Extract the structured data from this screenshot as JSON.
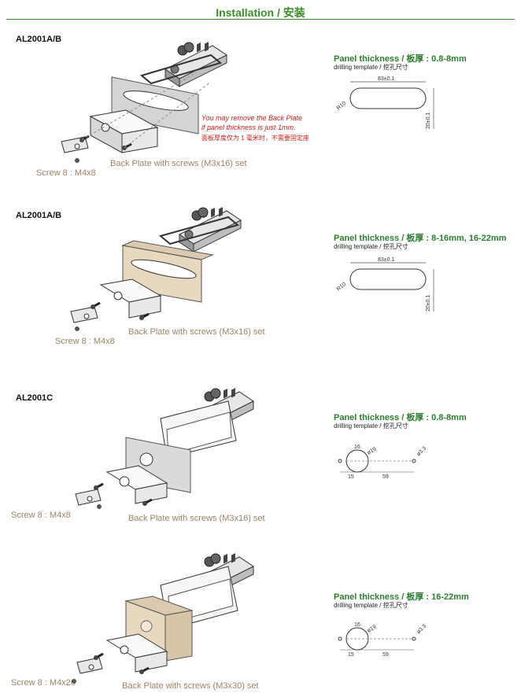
{
  "page": {
    "title": "Installation / 安装"
  },
  "sections": [
    {
      "model": "AL2001A/B",
      "panel": "Panel thickness / 板厚 : 0.8-8mm",
      "drilling": "drilling template / 挖孔尺寸",
      "screw": "Screw 8 : M4x8",
      "backplate": "Back Plate with screws (M3x16) set",
      "note": {
        "line1": "You may remove the Back Plate",
        "line2": "if panel thickness is just 1mm.",
        "line3": "面板厚度仅为 1 毫米时，不需要固定座"
      },
      "dims": {
        "w": "83±0.1",
        "h": "20±0.1",
        "r": "R10"
      }
    },
    {
      "model": "AL2001A/B",
      "panel": "Panel thickness / 板厚 : 8-16mm, 16-22mm",
      "drilling": "drilling template / 挖孔尺寸",
      "screw": "Screw 8 : M4x8",
      "backplate": "Back Plate with screws (M3x16) set",
      "dims": {
        "w": "83±0.1",
        "h": "20±0.1",
        "r": "R10"
      }
    },
    {
      "model": "AL2001C",
      "panel": "Panel thickness / 板厚 : 0.8-8mm",
      "drilling": "drilling template / 挖孔尺寸",
      "screw": "Screw 8 : M4x8",
      "backplate": "Back Plate with screws (M3x16) set",
      "dims": {
        "d1": "ø19",
        "d2": "ø3.3",
        "w1": "16",
        "w2": "15",
        "w3": "59"
      }
    },
    {
      "model": "",
      "panel": "Panel thickness / 板厚 : 16-22mm",
      "drilling": "drilling template / 挖孔尺寸",
      "screw": "Screw 8 : M4x26",
      "backplate": "Back Plate with screws (M3x30) set",
      "dims": {
        "d1": "ø19",
        "d2": "ø3.3",
        "w1": "16",
        "w2": "15",
        "w3": "59"
      }
    }
  ]
}
